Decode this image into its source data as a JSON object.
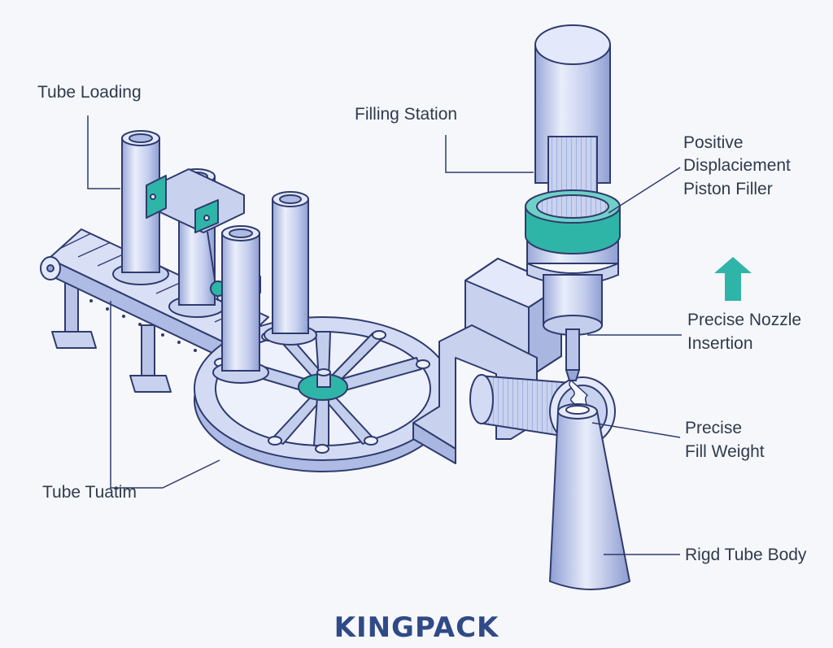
{
  "labels": {
    "tube_loading": "Tube Loading",
    "filling_station": "Filling Station",
    "piston_filler": [
      "Positive",
      "Displaciement",
      "Piston Filler"
    ],
    "nozzle_insertion": [
      "Precise Nozzle",
      "Insertion"
    ],
    "fill_weight": [
      "Precise",
      "Fill Weight"
    ],
    "tube_rotation": "Tube Tuatim",
    "rigid_tube_body": "Rigd Tube Body"
  },
  "brand": {
    "logo_text": "KINGPACK"
  },
  "colors": {
    "outline": "#2f3b6e",
    "metal": "#c8d2ef",
    "metal_light": "#e3e9fa",
    "metal_dark": "#97a6d6",
    "accent": "#2fb5a8",
    "background": "#f6f7fb"
  },
  "icons": [
    "up-arrow-icon"
  ]
}
